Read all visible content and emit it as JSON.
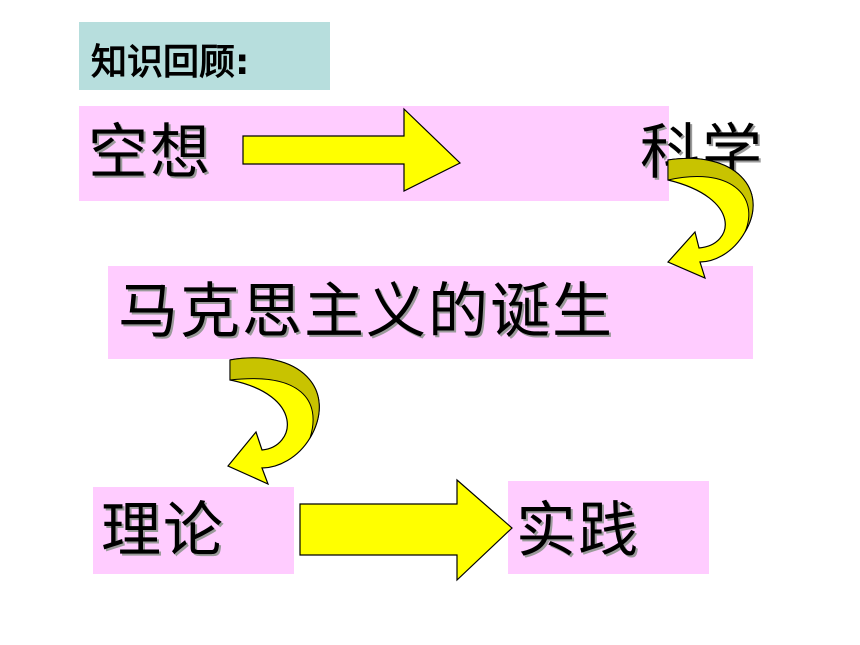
{
  "title": "知识回顾:",
  "nodes": {
    "utopia": "空想",
    "science": "科学",
    "birth": "马克思主义的诞生",
    "theory": "理论",
    "practice": "实践"
  },
  "colors": {
    "title_bg": "#b7dedd",
    "box_bg": "#ffccff",
    "arrow_fill": "#ffff00",
    "curved_arrow_shade": "#c8c300"
  }
}
